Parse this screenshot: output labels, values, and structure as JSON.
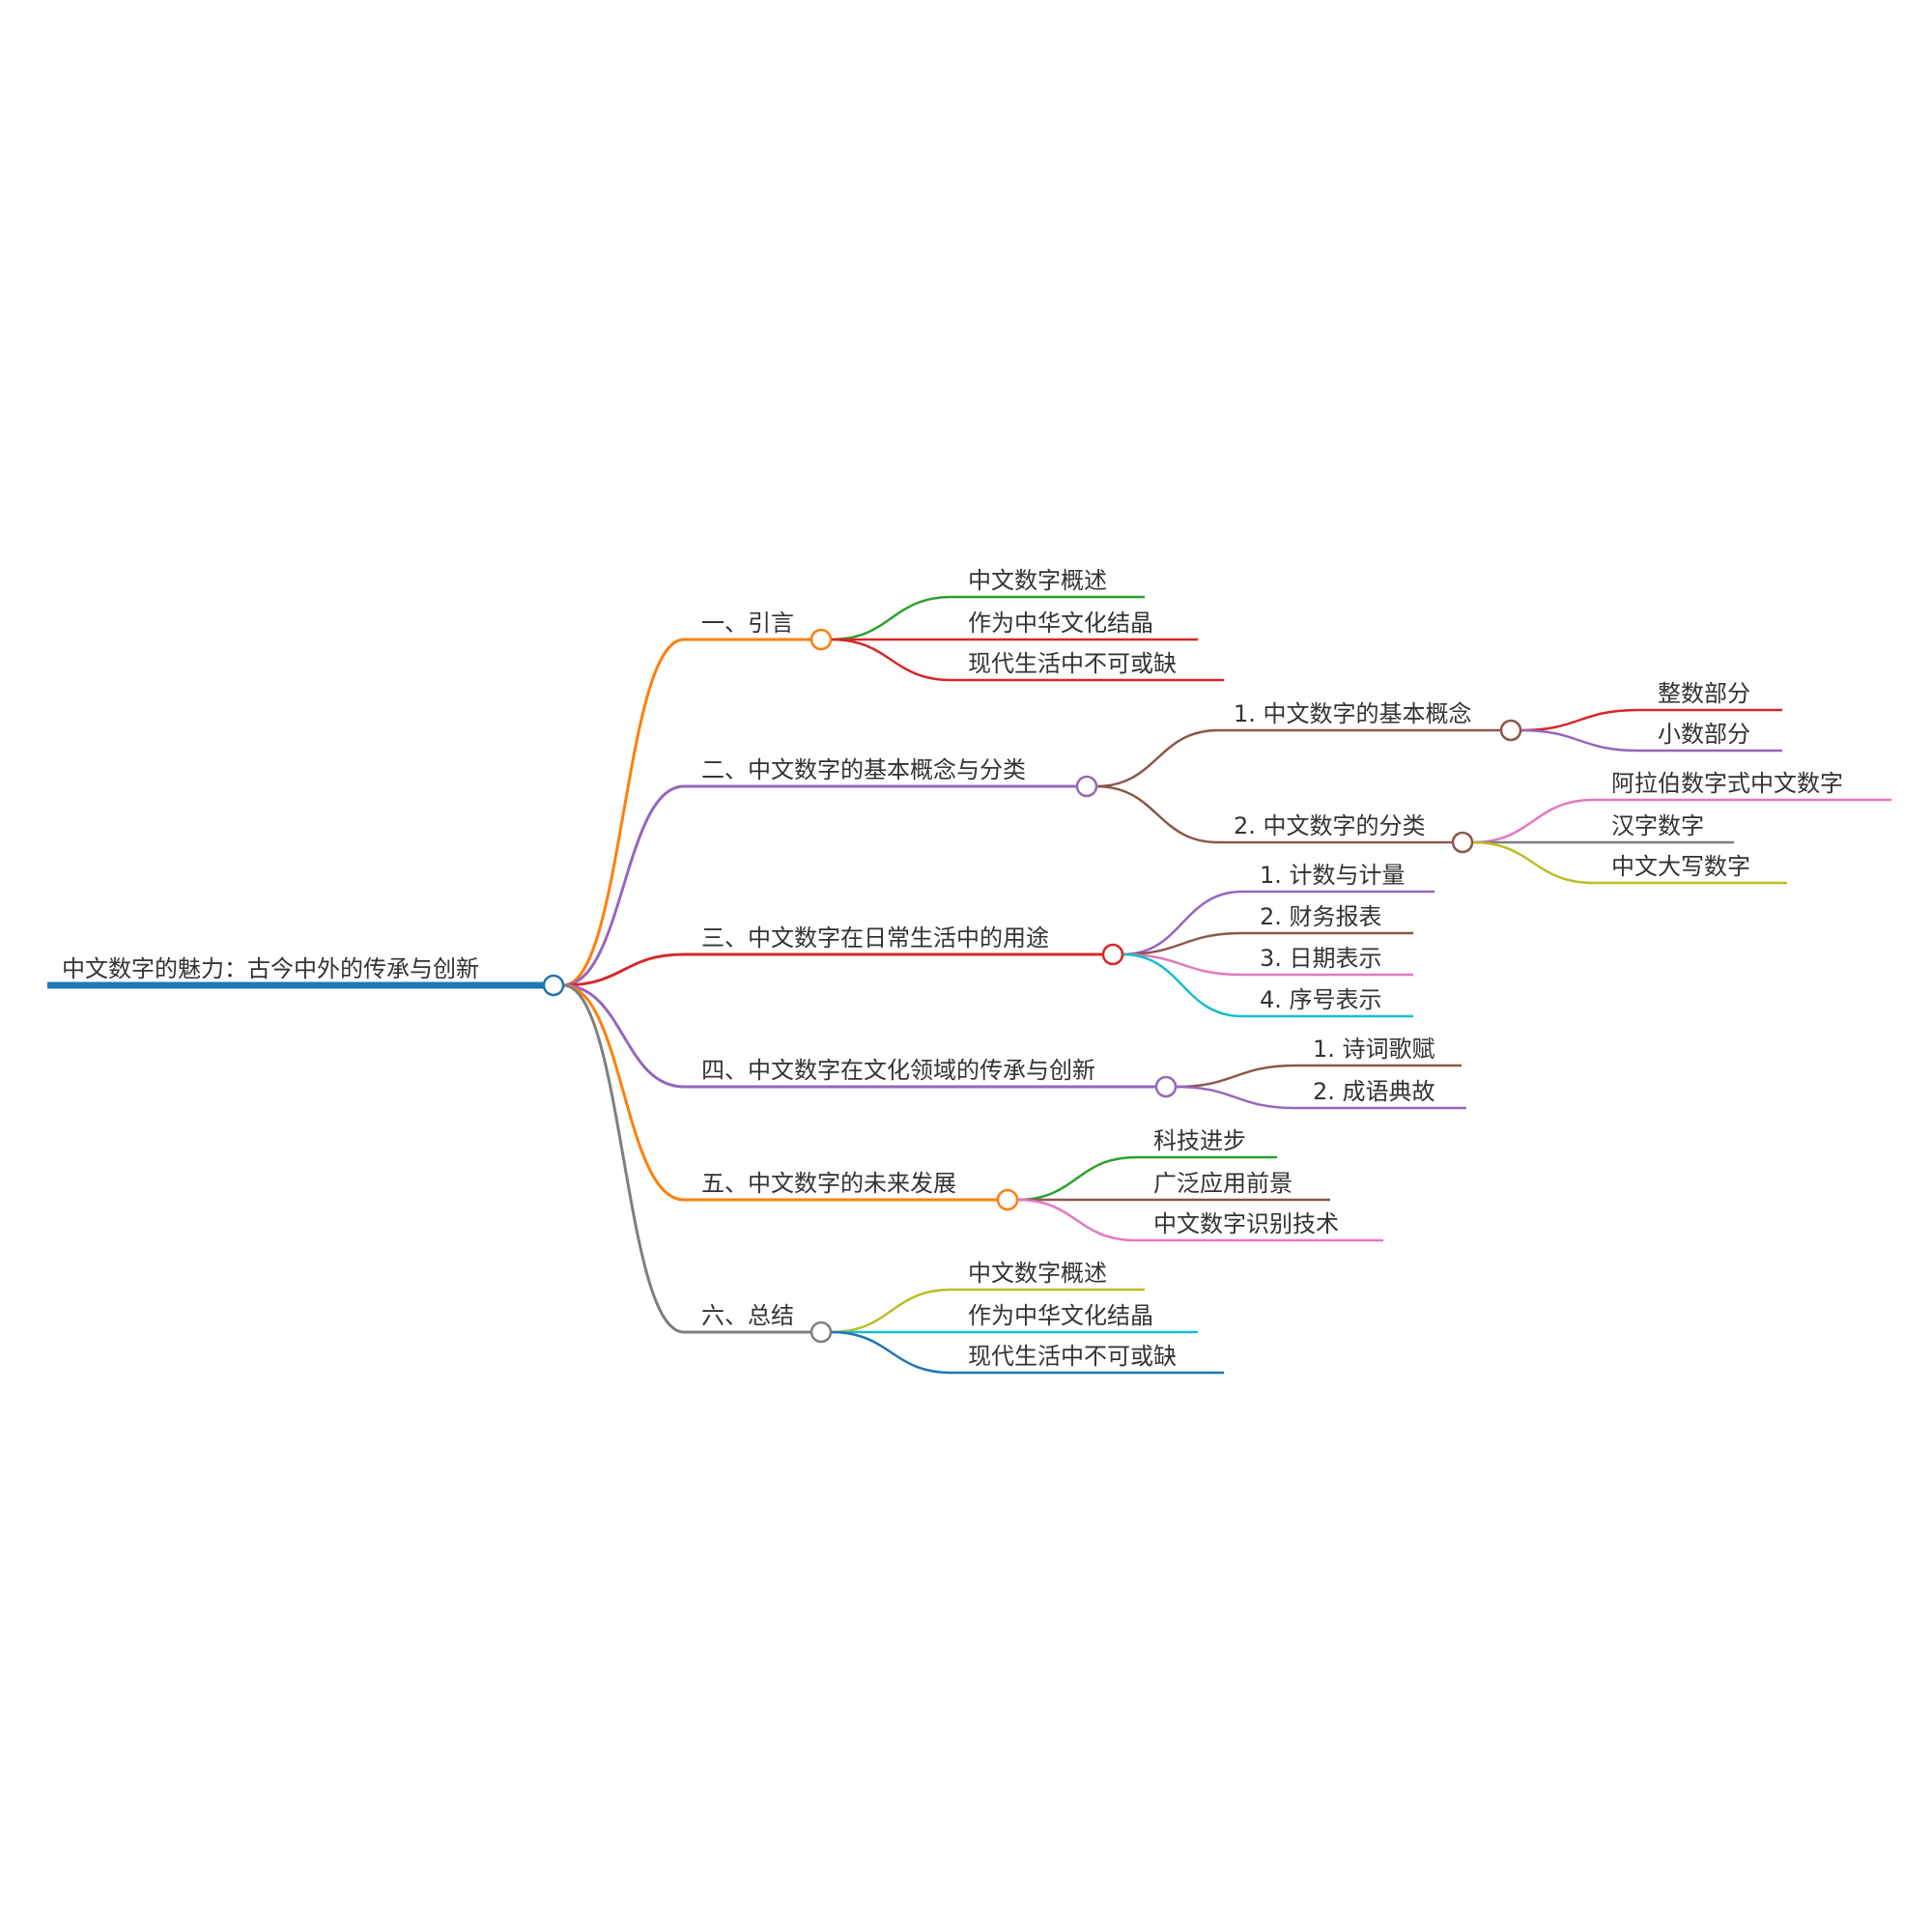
{
  "mindmap": {
    "label": "中文数字的魅力：古今中外的传承与创新",
    "color": "#1f77b4",
    "children": [
      {
        "label": "一、引言",
        "color": "#ff7f0e",
        "children": [
          {
            "label": "中文数字概述",
            "color": "#2ca02c"
          },
          {
            "label": "作为中华文化结晶",
            "color": "#d62728"
          },
          {
            "label": "现代生活中不可或缺",
            "color": "#d62728"
          }
        ]
      },
      {
        "label": "二、中文数字的基本概念与分类",
        "color": "#9467bd",
        "children": [
          {
            "label": "1. 中文数字的基本概念",
            "color": "#8c564b",
            "children": [
              {
                "label": "整数部分",
                "color": "#d62728"
              },
              {
                "label": "小数部分",
                "color": "#9467bd"
              }
            ]
          },
          {
            "label": "2. 中文数字的分类",
            "color": "#8c564b",
            "children": [
              {
                "label": "阿拉伯数字式中文数字",
                "color": "#e377c2"
              },
              {
                "label": "汉字数字",
                "color": "#7f7f7f"
              },
              {
                "label": "中文大写数字",
                "color": "#bcbd22"
              }
            ]
          }
        ]
      },
      {
        "label": "三、中文数字在日常生活中的用途",
        "color": "#d62728",
        "children": [
          {
            "label": "1. 计数与计量",
            "color": "#9467bd"
          },
          {
            "label": "2. 财务报表",
            "color": "#8c564b"
          },
          {
            "label": "3. 日期表示",
            "color": "#e377c2"
          },
          {
            "label": "4. 序号表示",
            "color": "#17becf"
          }
        ]
      },
      {
        "label": "四、中文数字在文化领域的传承与创新",
        "color": "#9467bd",
        "children": [
          {
            "label": "1. 诗词歌赋",
            "color": "#8c564b"
          },
          {
            "label": "2. 成语典故",
            "color": "#9467bd"
          }
        ]
      },
      {
        "label": "五、中文数字的未来发展",
        "color": "#ff7f0e",
        "children": [
          {
            "label": "科技进步",
            "color": "#2ca02c"
          },
          {
            "label": "广泛应用前景",
            "color": "#8c564b"
          },
          {
            "label": "中文数字识别技术",
            "color": "#e377c2"
          }
        ]
      },
      {
        "label": "六、总结",
        "color": "#7f7f7f",
        "children": [
          {
            "label": "中文数字概述",
            "color": "#bcbd22"
          },
          {
            "label": "作为中华文化结晶",
            "color": "#17becf"
          },
          {
            "label": "现代生活中不可或缺",
            "color": "#1f77b4"
          }
        ]
      }
    ]
  }
}
